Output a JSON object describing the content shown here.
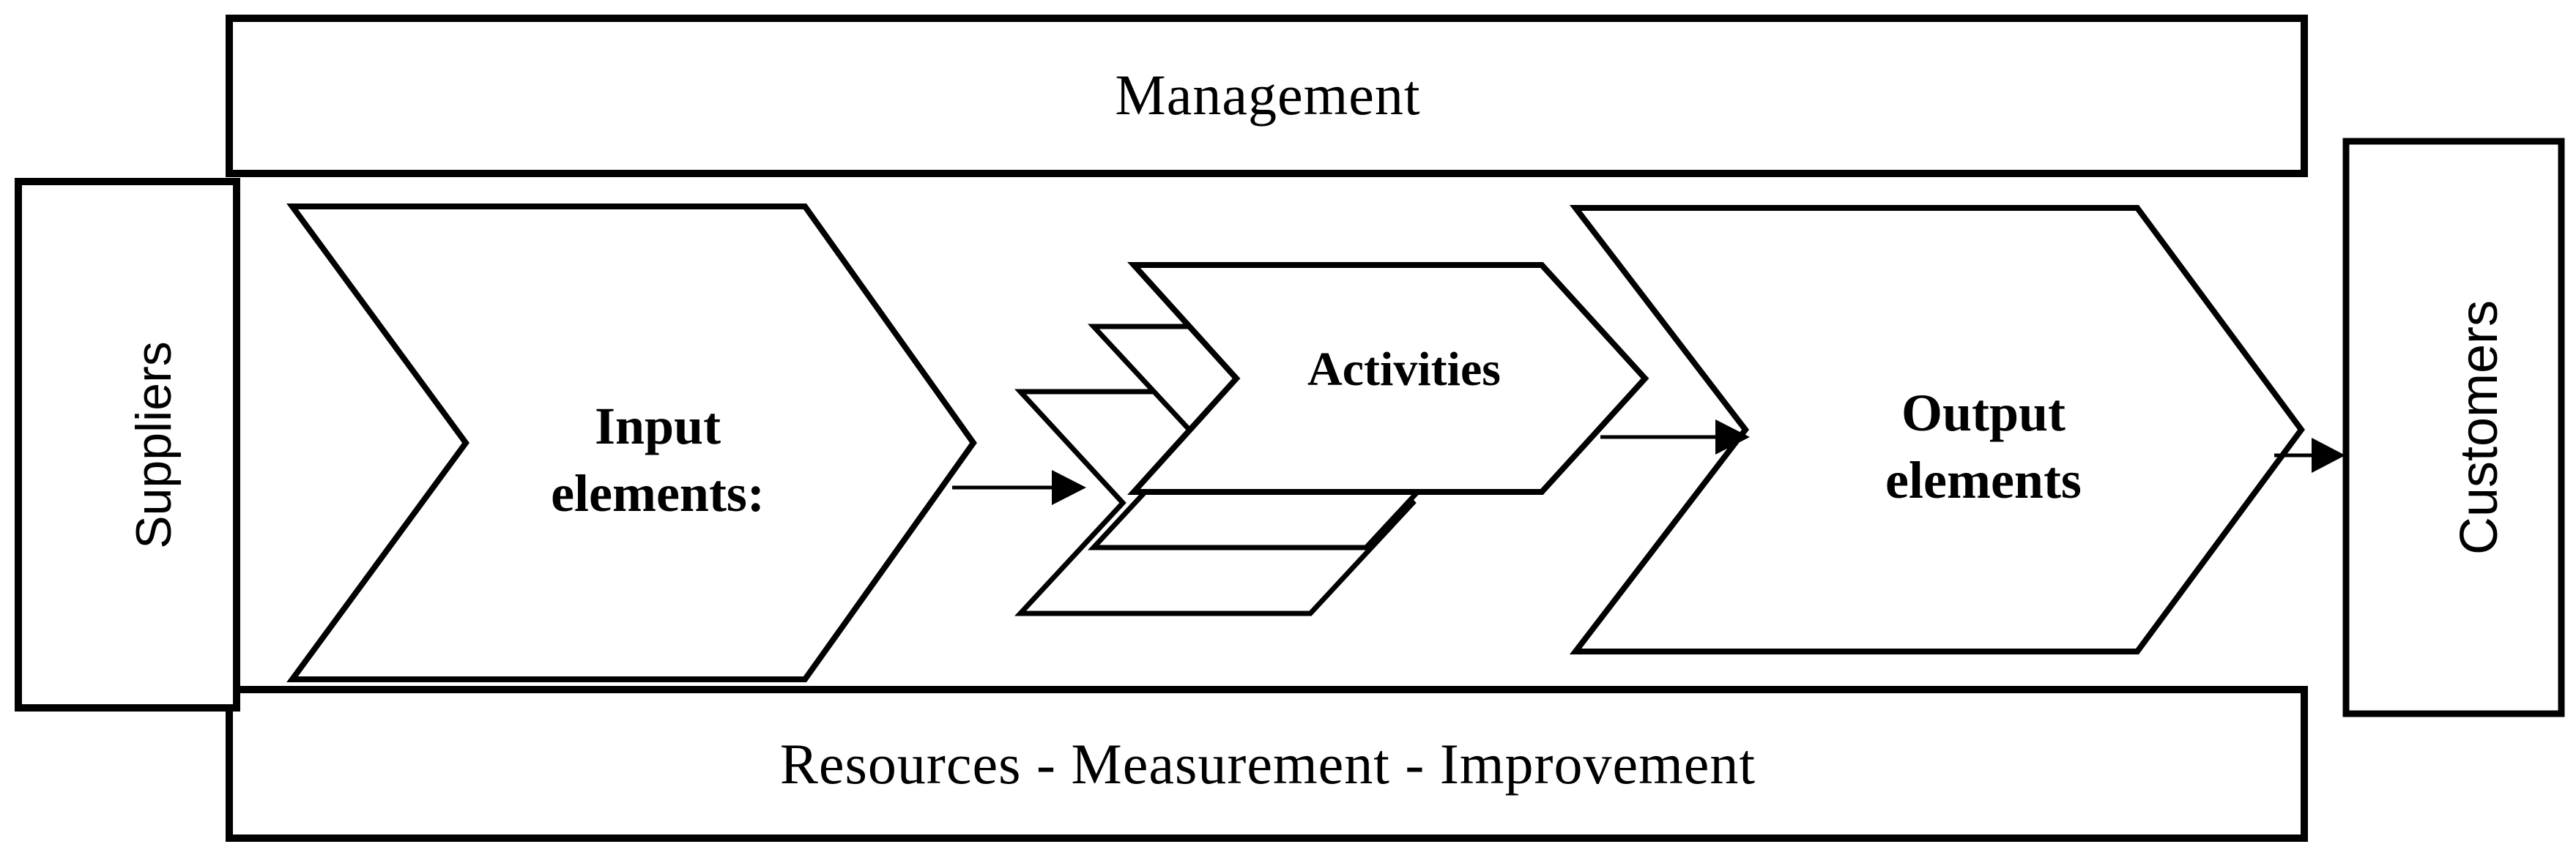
{
  "diagram": {
    "title_hint": "process model diagram",
    "management_box": {
      "label": "Management"
    },
    "suppliers_box": {
      "label": "Suppliers"
    },
    "customers_box": {
      "label": "Customers"
    },
    "support_box": {
      "label": "Resources - Measurement - Improvement"
    },
    "input_chevron": {
      "label": "Input\nelements:"
    },
    "activities_chevron": {
      "label": "Activities"
    },
    "output_chevron": {
      "label": "Output\nelements"
    },
    "colors": {
      "stroke": "#000000",
      "fill": "#ffffff",
      "background": "#ffffff"
    }
  }
}
